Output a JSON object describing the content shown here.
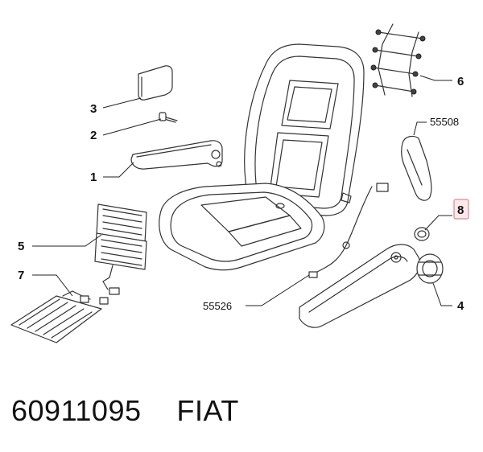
{
  "diagram": {
    "callouts": [
      {
        "id": "1",
        "label": "1"
      },
      {
        "id": "2",
        "label": "2"
      },
      {
        "id": "3",
        "label": "3"
      },
      {
        "id": "4",
        "label": "4"
      },
      {
        "id": "5",
        "label": "5"
      },
      {
        "id": "6",
        "label": "6"
      },
      {
        "id": "7",
        "label": "7"
      },
      {
        "id": "8",
        "label": "8",
        "highlighted": true
      }
    ],
    "code_labels": [
      {
        "id": "55508",
        "label": "55508"
      },
      {
        "id": "55526",
        "label": "55526"
      }
    ],
    "highlight_color": "#fbe9ec"
  },
  "footer": {
    "part_number": "60911095",
    "brand": "FIAT"
  }
}
